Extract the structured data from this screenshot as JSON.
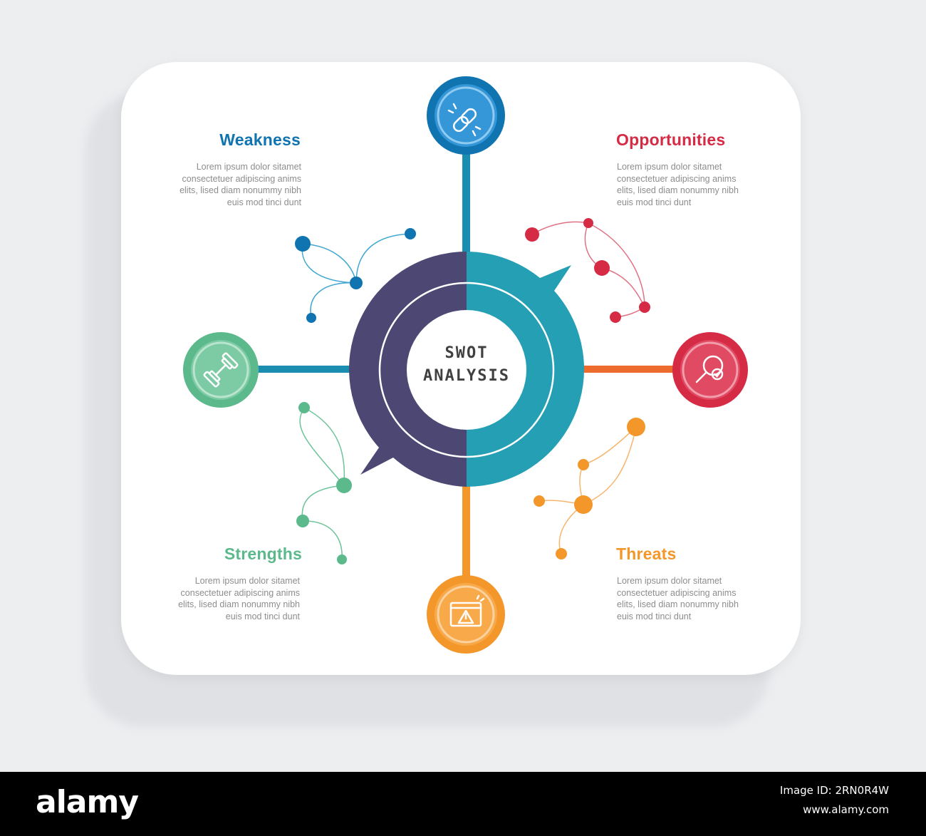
{
  "center": {
    "line1": "SWOT",
    "line2": "ANALYSIS"
  },
  "quadrants": {
    "weakness": {
      "title": "Weakness",
      "color": "#0f74b0",
      "text": [
        "Lorem ipsum dolor sitamet",
        "consectetuer adipiscing anims",
        "elits, lised diam nonummy nibh",
        "euis mod tinci dunt"
      ],
      "icon": "broken-link-icon"
    },
    "opportunities": {
      "title": "Opportunities",
      "color": "#d52b45",
      "text": [
        "Lorem ipsum dolor sitamet",
        "consectetuer adipiscing anims",
        "elits, lised diam nonummy nibh",
        "euis mod tinci dunt"
      ],
      "icon": "magnifier-check-icon"
    },
    "strengths": {
      "title": "Strengths",
      "color": "#5bb98c",
      "text": [
        "Lorem ipsum dolor sitamet",
        "consectetuer adipiscing anims",
        "elits, lised diam nonummy nibh",
        "euis mod tinci dunt"
      ],
      "icon": "dumbbell-icon"
    },
    "threats": {
      "title": "Threats",
      "color": "#f4972b",
      "text": [
        "Lorem ipsum dolor sitamet",
        "consectetuer adipiscing anims",
        "elits, lised diam nonummy nibh",
        "euis mod tinci dunt"
      ],
      "icon": "warning-window-icon"
    }
  },
  "colors": {
    "ring_left": "#4d4873",
    "ring_right": "#259fb4",
    "top_line": "#1b8db0",
    "left_line": "#1b8db0",
    "right_line": "#ee6b2e",
    "bottom_line": "#f4972b"
  },
  "watermark": {
    "brand": "alamy",
    "image_id": "Image ID: 2RN0R4W",
    "url": "www.alamy.com"
  }
}
